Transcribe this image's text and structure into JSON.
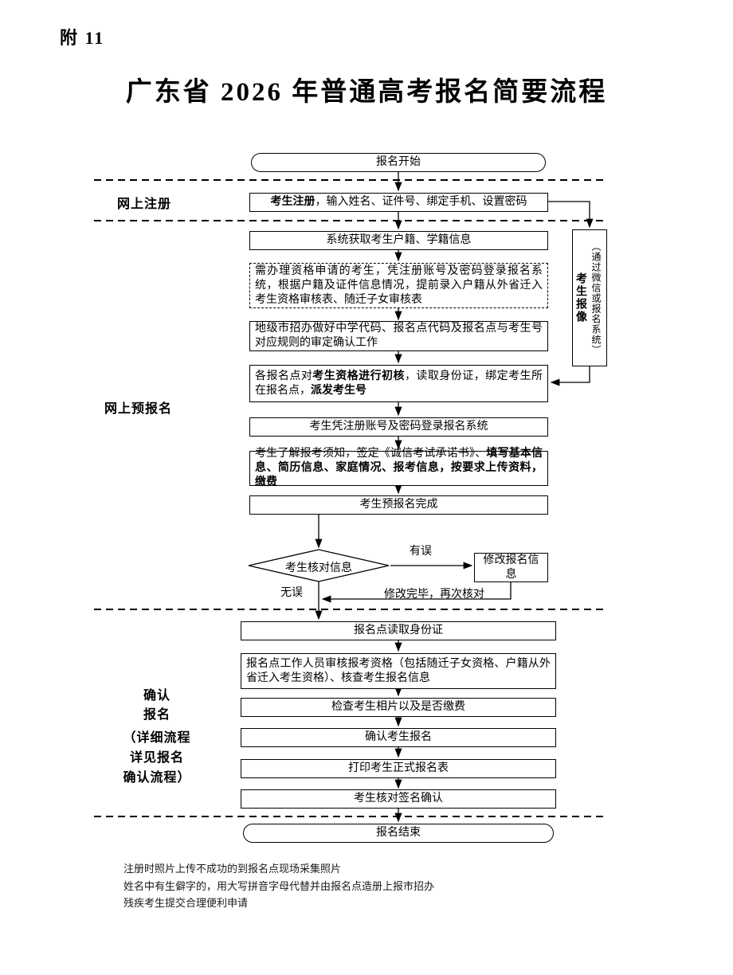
{
  "page": {
    "attachment": "附 11",
    "title": "广东省 2026 年普通高考报名简要流程"
  },
  "stages": {
    "register": "网上注册",
    "pre_register": "网上预报名",
    "confirm_lines": [
      "确认",
      "报名"
    ],
    "confirm_note_lines": [
      "（详细流程",
      "详见报名",
      "确认流程）"
    ]
  },
  "flow": {
    "start": "报名开始",
    "register": {
      "bold": "考生注册",
      "rest": "，输入姓名、证件号、绑定手机、设置密码"
    },
    "system_fetch": "系统获取考生户籍、学籍信息",
    "qualification": "需办理资格申请的考生，凭注册账号及密码登录报名系统，根据户籍及证件信息情况，提前录入户籍从外省迁入考生资格审核表、随迁子女审核表",
    "city_office": "地级市招办做好中学代码、报名点代码及报名点与考生号对应规则的审定确认工作",
    "site_check": {
      "seg1": "各报名点对",
      "bold1": "考生资格进行初核",
      "seg2": "，读取身份证，绑定考生所在报名点，",
      "bold2": "派发考生号"
    },
    "login": "考生凭注册账号及密码登录报名系统",
    "fill_info": {
      "seg1": "考生了解报考须知，签定《诚信考试承诺书》、",
      "bold1": "填写基本信息、简历信息、家庭情况、报考信息，按要求上传资料，缴费"
    },
    "pre_done": "考生预报名完成",
    "verify": "考生核对信息",
    "has_error": "有误",
    "no_error": "无误",
    "modify": "修改报名信息",
    "recheck": "修改完毕，再次核对",
    "read_id": "报名点读取身份证",
    "review": "报名点工作人员审核报考资格（包括随迁子女资格、户籍从外省迁入考生资格）、核查考生报名信息",
    "check_photo": "检查考生相片以及是否缴费",
    "confirm": "确认考生报名",
    "print": "打印考生正式报名表",
    "sign": "考生核对签名确认",
    "end": "报名结束",
    "photo_upload": {
      "label": "考生报像",
      "note": "（通过微信或报名系统）"
    }
  },
  "notes": [
    "注册时照片上传不成功的到报名点现场采集照片",
    "姓名中有生僻字的，用大写拼音字母代替并由报名点造册上报市招办",
    "残疾考生提交合理便利申请"
  ]
}
